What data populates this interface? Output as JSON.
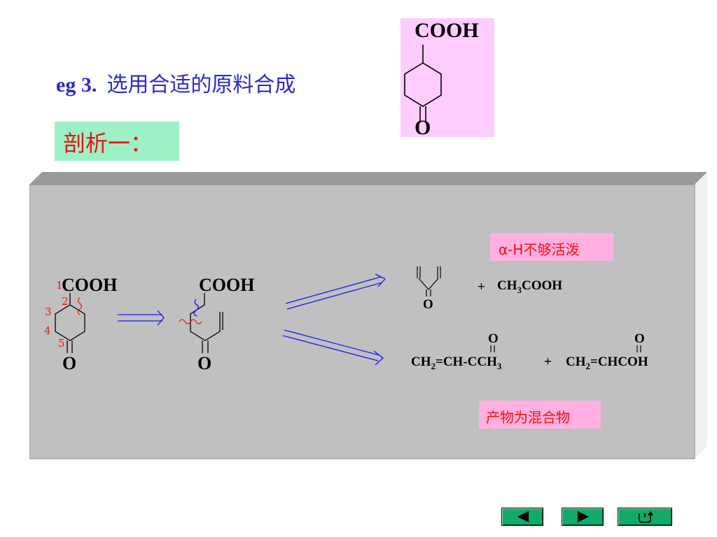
{
  "title": {
    "prefix": "eg 3.",
    "text": "选用合适的原料合成"
  },
  "target": {
    "cooh": "COOH",
    "oxygen": "O"
  },
  "analysis_label": "剖析一：",
  "diagram": {
    "start": {
      "cooh": "COOH",
      "oxygen": "O",
      "numbers": [
        "1",
        "2",
        "3",
        "4",
        "5"
      ]
    },
    "intermediate": {
      "cooh": "COOH",
      "oxygen": "O"
    },
    "route1": {
      "oxygen": "O",
      "plus": "+",
      "reagent_ch": "CH",
      "reagent_sub": "3",
      "reagent_rest": "COOH"
    },
    "route2": {
      "mol1": [
        "CH",
        "2",
        "=CH-CCH",
        "3"
      ],
      "plus": "+",
      "mol2": [
        "CH",
        "2",
        "=CHCOH"
      ],
      "carbonyl_o": "O"
    }
  },
  "notes": {
    "note1": "α-H不够活泼",
    "note2": "产物为混合物"
  },
  "nav": [
    "previous-icon",
    "next-icon",
    "return-icon"
  ],
  "colors": {
    "title": "#2a2acc",
    "analysis_bg": "#9ef0c6",
    "analysis_text": "#ee1111",
    "target_bg": "#ffccff",
    "panel": "#c0c0c0",
    "note_bg": "#ffb0e0",
    "note_text": "#ee1111",
    "arrow": "#1a1aee",
    "nav_btn": "#11aa66"
  }
}
